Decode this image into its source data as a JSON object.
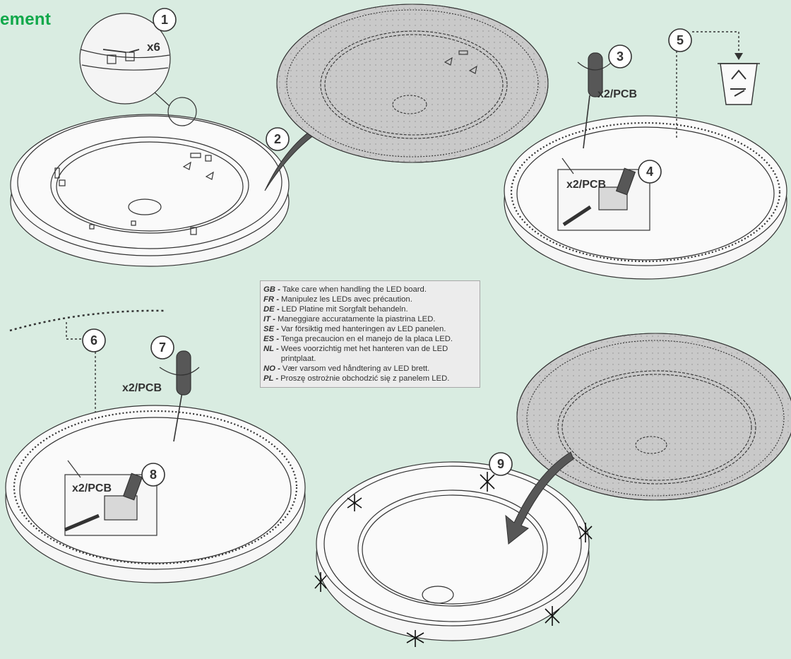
{
  "title": "ement",
  "steps": {
    "s1": "1",
    "s2": "2",
    "s3": "3",
    "s4": "4",
    "s5": "5",
    "s6": "6",
    "s7": "7",
    "s8": "8",
    "s9": "9"
  },
  "labels": {
    "x6": "x6",
    "x2pcb_3": "x2/PCB",
    "x2pcb_4": "x2/PCB",
    "x2pcb_7": "x2/PCB",
    "x2pcb_8": "x2/PCB"
  },
  "notes": [
    {
      "code": "GB -",
      "text": "Take care when handling the LED  board."
    },
    {
      "code": "FR -",
      "text": "Manipulez les LEDs avec précaution."
    },
    {
      "code": "DE -",
      "text": "LED Platine mit Sorgfalt behandeln."
    },
    {
      "code": "IT -",
      "text": "Maneggiare accuratamente la piastrina LED."
    },
    {
      "code": "SE -",
      "text": "Var försiktig med hanteringen av LED panelen."
    },
    {
      "code": "ES -",
      "text": "Tenga precaucion en el manejo de la placa LED."
    },
    {
      "code": "NL -",
      "text": "Wees voorzichtig met het hanteren van de LED printplaat."
    },
    {
      "code": "NO -",
      "text": "Vær varsom ved håndtering av LED brett."
    },
    {
      "code": "PL -",
      "text": "Proszę ostrożnie obchodzić się z panelem LED."
    }
  ],
  "colors": {
    "background": "#d9ece1",
    "accent": "#10a84a",
    "line": "#333333",
    "diffuser": "#c9c9c9"
  }
}
